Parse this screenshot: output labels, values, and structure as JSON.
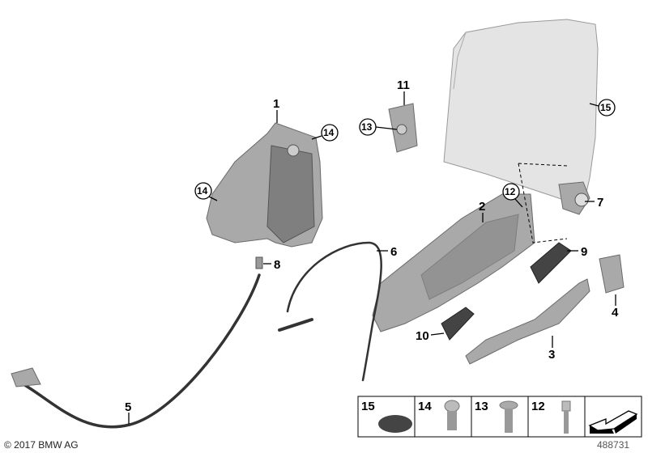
{
  "diagram": {
    "callouts": [
      {
        "num": "1",
        "circled": false
      },
      {
        "num": "14",
        "circled": true
      },
      {
        "num": "14",
        "circled": true
      },
      {
        "num": "8",
        "circled": false
      },
      {
        "num": "6",
        "circled": false
      },
      {
        "num": "5",
        "circled": false
      },
      {
        "num": "11",
        "circled": false
      },
      {
        "num": "13",
        "circled": true
      },
      {
        "num": "15",
        "circled": true
      },
      {
        "num": "12",
        "circled": true
      },
      {
        "num": "2",
        "circled": false
      },
      {
        "num": "7",
        "circled": false
      },
      {
        "num": "9",
        "circled": false
      },
      {
        "num": "4",
        "circled": false
      },
      {
        "num": "3",
        "circled": false
      },
      {
        "num": "10",
        "circled": false
      }
    ],
    "legend": [
      {
        "num": "15",
        "part": "cap"
      },
      {
        "num": "14",
        "part": "screw"
      },
      {
        "num": "13",
        "part": "countersunk-screw"
      },
      {
        "num": "12",
        "part": "bolt"
      }
    ],
    "direction_arrow": "arrow-icon"
  },
  "footer": {
    "copyright": "© 2017 BMW AG",
    "diagram_id": "488731"
  }
}
